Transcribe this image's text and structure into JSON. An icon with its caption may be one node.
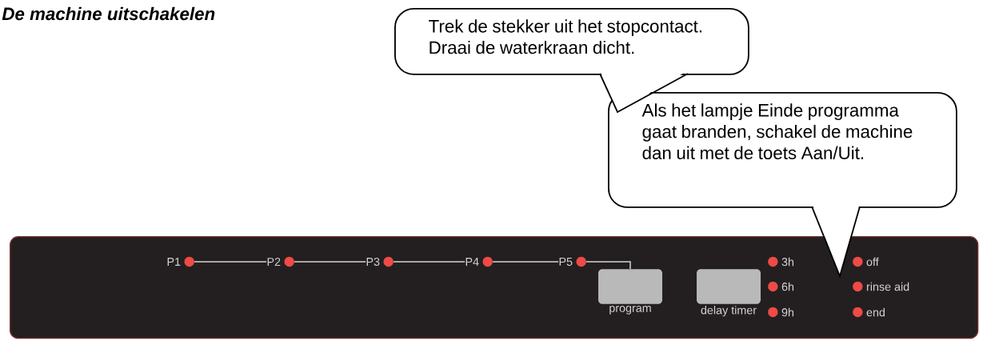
{
  "diagram": {
    "title": "De machine uitschakelen",
    "nodes": [
      {
        "text": [
          "Trek de stekker uit het stopcontact. Draai de waterkraan dicht."
        ]
      },
      {
        "text": [
          "Als het lampje Einde programma gaat branden, schakel de machine dan uit met de toets Aan/Uit."
        ]
      },
      {
        "text": [],
        "shape": "box"
      },
      {
        "text": [
          "program"
        ],
        "in": 2
      },
      {
        "text": [
          "delay timer"
        ],
        "in": 2
      },
      {
        "text": [
          "P1"
        ],
        "in": 2
      },
      {
        "text": [
          "P2"
        ],
        "in": 2
      },
      {
        "text": [
          "P3"
        ],
        "in": 2
      },
      {
        "text": [
          "P4"
        ],
        "in": 2
      },
      {
        "text": [
          "P5"
        ],
        "in": 2
      },
      {
        "text": [
          "3h"
        ],
        "in": 2
      },
      {
        "text": [
          "off"
        ],
        "in": 2
      },
      {
        "text": [
          "6h"
        ],
        "in": 2
      },
      {
        "text": [
          "rinse aid"
        ],
        "in": 2
      },
      {
        "text": [
          "9h"
        ],
        "in": 2
      },
      {
        "text": [
          "end"
        ],
        "in": 2
      }
    ],
    "edges": [
      {
        "from": 5,
        "to": 6,
        "arrow": "none"
      },
      {
        "from": 6,
        "to": 7,
        "arrow": "none"
      },
      {
        "from": 7,
        "to": 8,
        "arrow": "none"
      },
      {
        "from": 8,
        "to": 9,
        "arrow": "none"
      },
      {
        "from": 9,
        "to": 3,
        "arrow": "none"
      }
    ]
  }
}
